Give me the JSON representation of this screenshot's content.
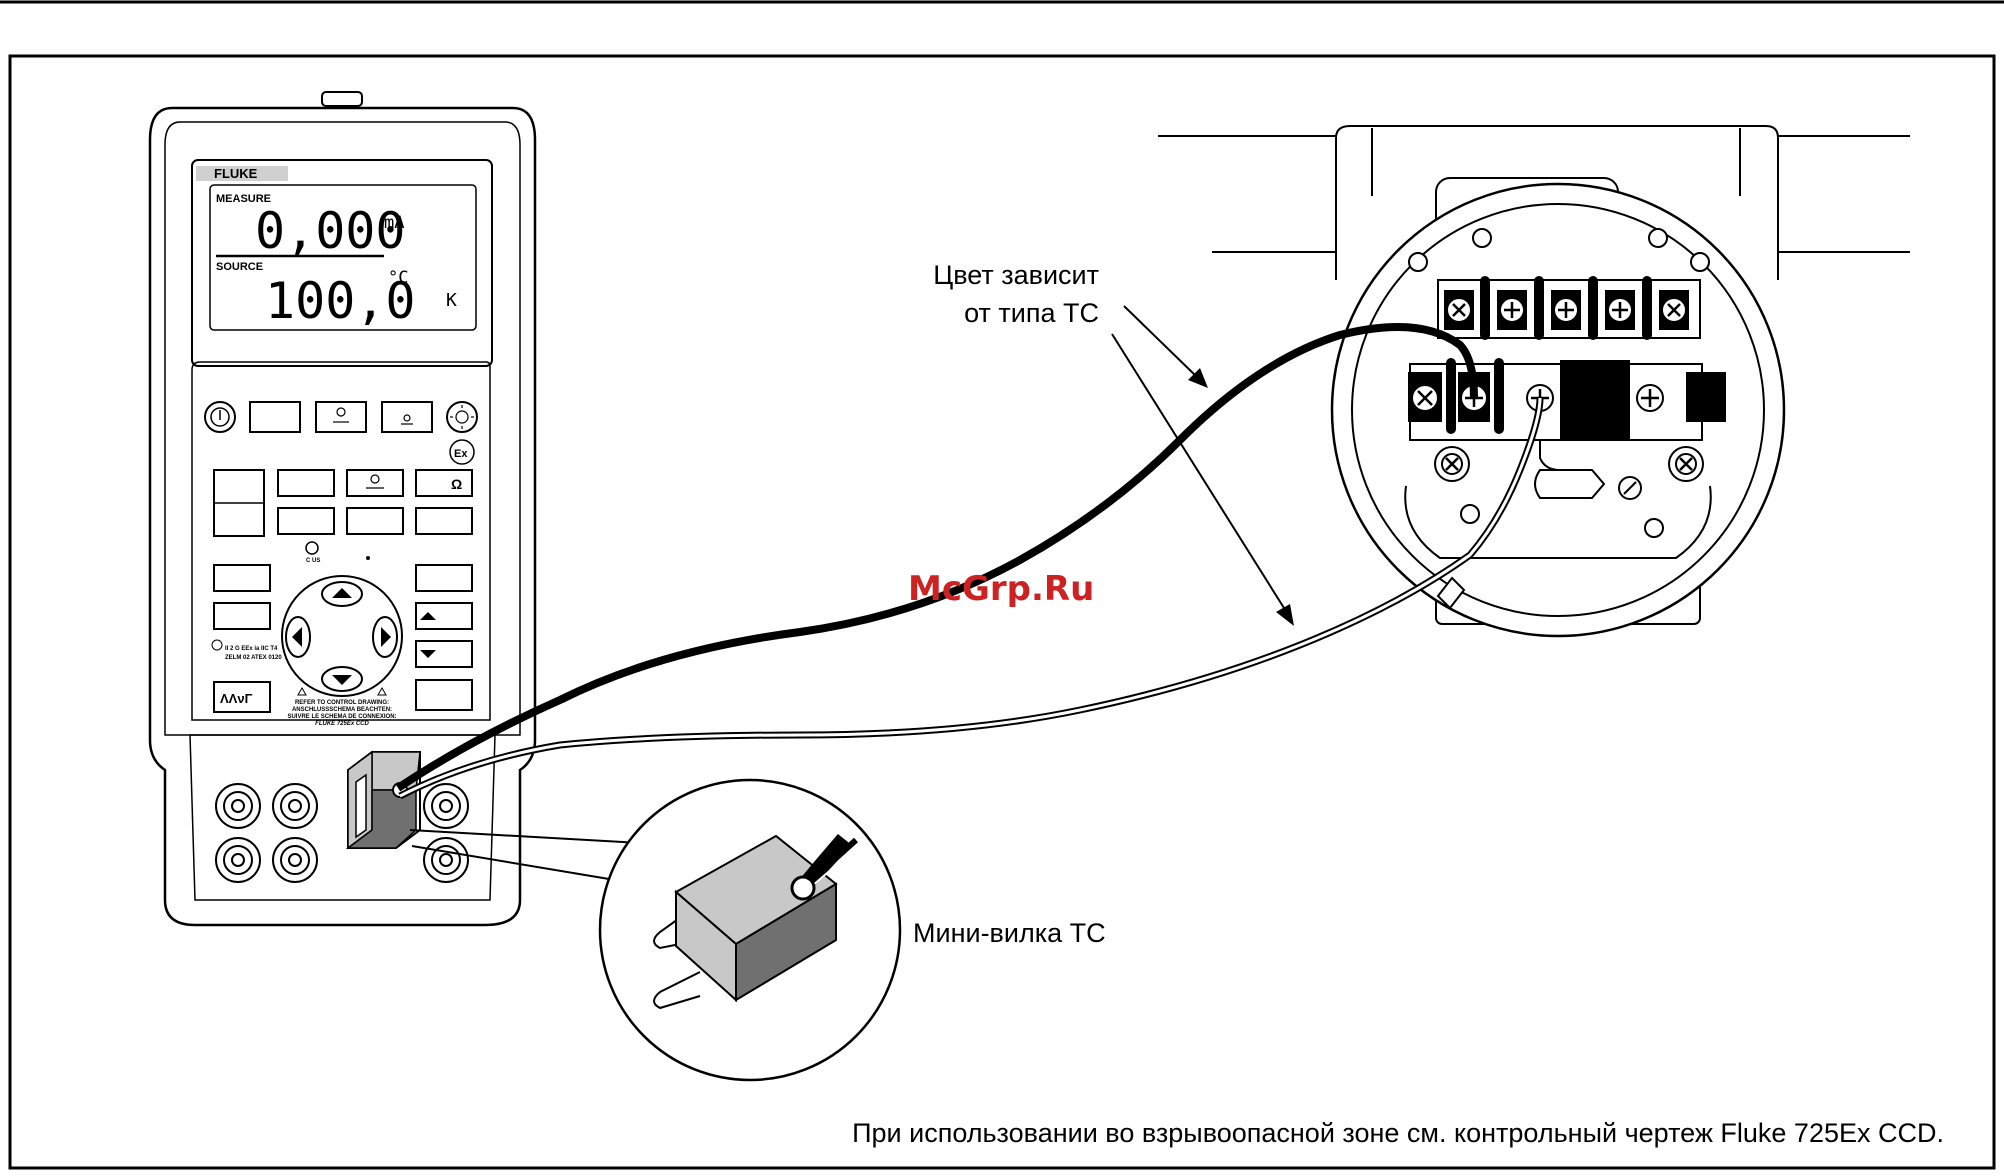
{
  "device": {
    "brand": "FLUKE",
    "display": {
      "measure_label": "MEASURE",
      "measure_value": "0,000",
      "measure_unit": "mA",
      "source_label": "SOURCE",
      "source_value": "100,0",
      "source_unit": "°C",
      "tc_type": "K"
    },
    "cert_text_1": "II 2 G EEx ia IIC T4",
    "cert_text_2": "ZELM 02 ATEX 0120",
    "warning_text_1": "REFER TO CONTROL DRAWING:",
    "warning_text_2": "ANSCHLUSSSCHEMA BEACHTEN:",
    "warning_text_3": "SUIVRE LE SCHEMA DE CONNEXION:",
    "warning_text_4": "FLUKE 725Ex CCD",
    "wave_button_label": "ΛΛνΓ",
    "ohm_symbol": "Ω",
    "ex_symbol": "Ex",
    "csa_mark": "C US"
  },
  "labels": {
    "wire_color_line1": "Цвет зависит",
    "wire_color_line2": "от типа ТС",
    "mini_plug": "Мини-вилка ТС",
    "footnote": "При использовании во взрывоопасной зоне см. контрольный чертеж Fluke 725Ex CCD.",
    "watermark": "McGrp.Ru"
  },
  "colors": {
    "outline": "#000000",
    "plug_light": "#c8c8c8",
    "plug_dark": "#707070",
    "watermark": "#cc2222"
  }
}
